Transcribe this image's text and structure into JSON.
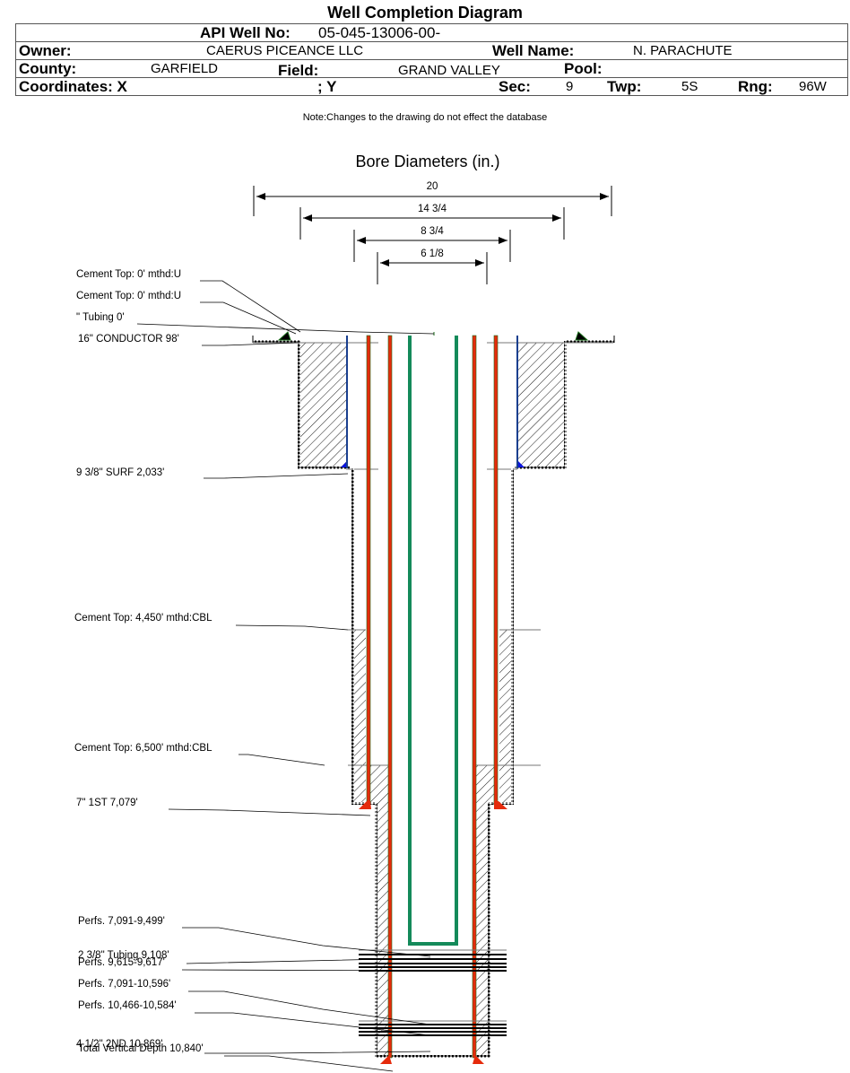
{
  "header": {
    "title": "Well Completion Diagram",
    "api_label": "API Well No:",
    "api_value": "05-045-13006-00-",
    "owner_label": "Owner:",
    "owner_value": "CAERUS PICEANCE LLC",
    "well_name_label": "Well Name:",
    "well_name_value": "N. PARACHUTE",
    "county_label": "County:",
    "county_value": "GARFIELD",
    "field_label": "Field:",
    "field_value": "GRAND VALLEY",
    "pool_label": "Pool:",
    "pool_value": "",
    "coords_label": "Coordinates: X",
    "coords_y_label": "; Y",
    "sec_label": "Sec:",
    "sec_value": "9",
    "twp_label": "Twp:",
    "twp_value": "5S",
    "rng_label": "Rng:",
    "rng_value": "96W",
    "note": "Note:Changes to the drawing do not effect the database"
  },
  "diagram": {
    "bore_title": "Bore Diameters (in.)",
    "bore_diameters": [
      "20",
      "14 3/4",
      "8 3/4",
      "6 1/8"
    ],
    "colors": {
      "casing": "#e52b0c",
      "tubing": "#148a5a",
      "surface_casing": "#1a3f8f",
      "cement_shoe_blue": "#0a14e0",
      "conductor_shoe": "#1a6e1a"
    },
    "labels": [
      "Cement Top: 0' mthd:U",
      "Cement Top: 0' mthd:U",
      "\" Tubing 0'",
      "16\" CONDUCTOR  98'",
      "9 3/8\" SURF       2,033'",
      "Cement Top: 4,450' mthd:CBL",
      "Cement Top: 6,500' mthd:CBL",
      "7\" 1ST       7,079'",
      "Perfs. 7,091-9,499'",
      "2 3/8\" Tubing 9,108'",
      "Perfs. 9,615-9,617'",
      "Perfs. 7,091-10,596'",
      "Perfs. 10,466-10,584'",
      "4 1/2\" 2ND       10,869'",
      "Total Vertical Depth 10,840'"
    ]
  }
}
